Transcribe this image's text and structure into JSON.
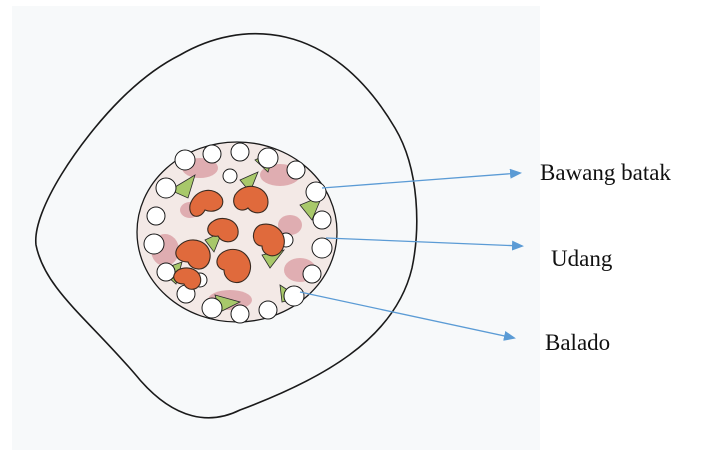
{
  "diagram": {
    "labels": [
      {
        "text": "Bawang batak",
        "pointer_color": "#5b9bd5"
      },
      {
        "text": "Udang",
        "pointer_color": "#5b9bd5"
      },
      {
        "text": "Balado",
        "pointer_color": "#5b9bd5"
      }
    ]
  },
  "colors": {
    "outline": "#1a1a1a",
    "shrimp": "#e06a3c",
    "balado_pink": "#d99aa0",
    "leaf_green": "#a8c86a",
    "shallot": "#ffffff"
  }
}
